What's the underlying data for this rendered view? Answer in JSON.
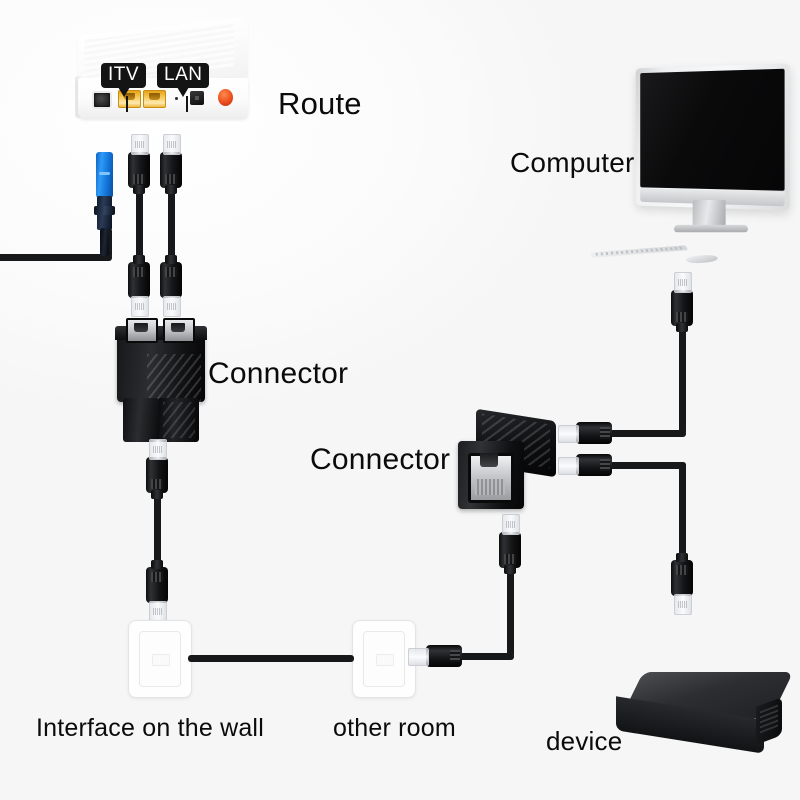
{
  "diagram": {
    "title": "RJ45 network splitter wiring diagram",
    "background_color": "#fafafa",
    "text_color": "#0b0b0b"
  },
  "labels": {
    "route": "Route",
    "computer": "Computer",
    "connector_top": "Connector",
    "connector_mid": "Connector",
    "interface_wall": "Interface on the wall",
    "other_room": "other room",
    "device": "device"
  },
  "router": {
    "callouts": [
      {
        "text": "ITV",
        "port": "itv-port"
      },
      {
        "text": "LAN",
        "port": "lan-port"
      }
    ],
    "ports": [
      {
        "name": "phone-port",
        "color": "#141414"
      },
      {
        "name": "itv-ethernet-port",
        "color": "#f0b93c"
      },
      {
        "name": "lan-ethernet-port",
        "color": "#f0b93c"
      },
      {
        "name": "status-led",
        "color": "#2a2a2a"
      },
      {
        "name": "power-jack",
        "color": "#0d0d0d"
      },
      {
        "name": "power-button",
        "color": "#e8481a"
      }
    ]
  },
  "components": {
    "fiber_connector_color": "#1477dd",
    "cable_color": "#17181a",
    "splitter_color": "#17181a",
    "monitor_bezel_color": "#e7e9ea",
    "device_box_color": "#2c2e31",
    "wall_plate_color": "#fefefe"
  }
}
